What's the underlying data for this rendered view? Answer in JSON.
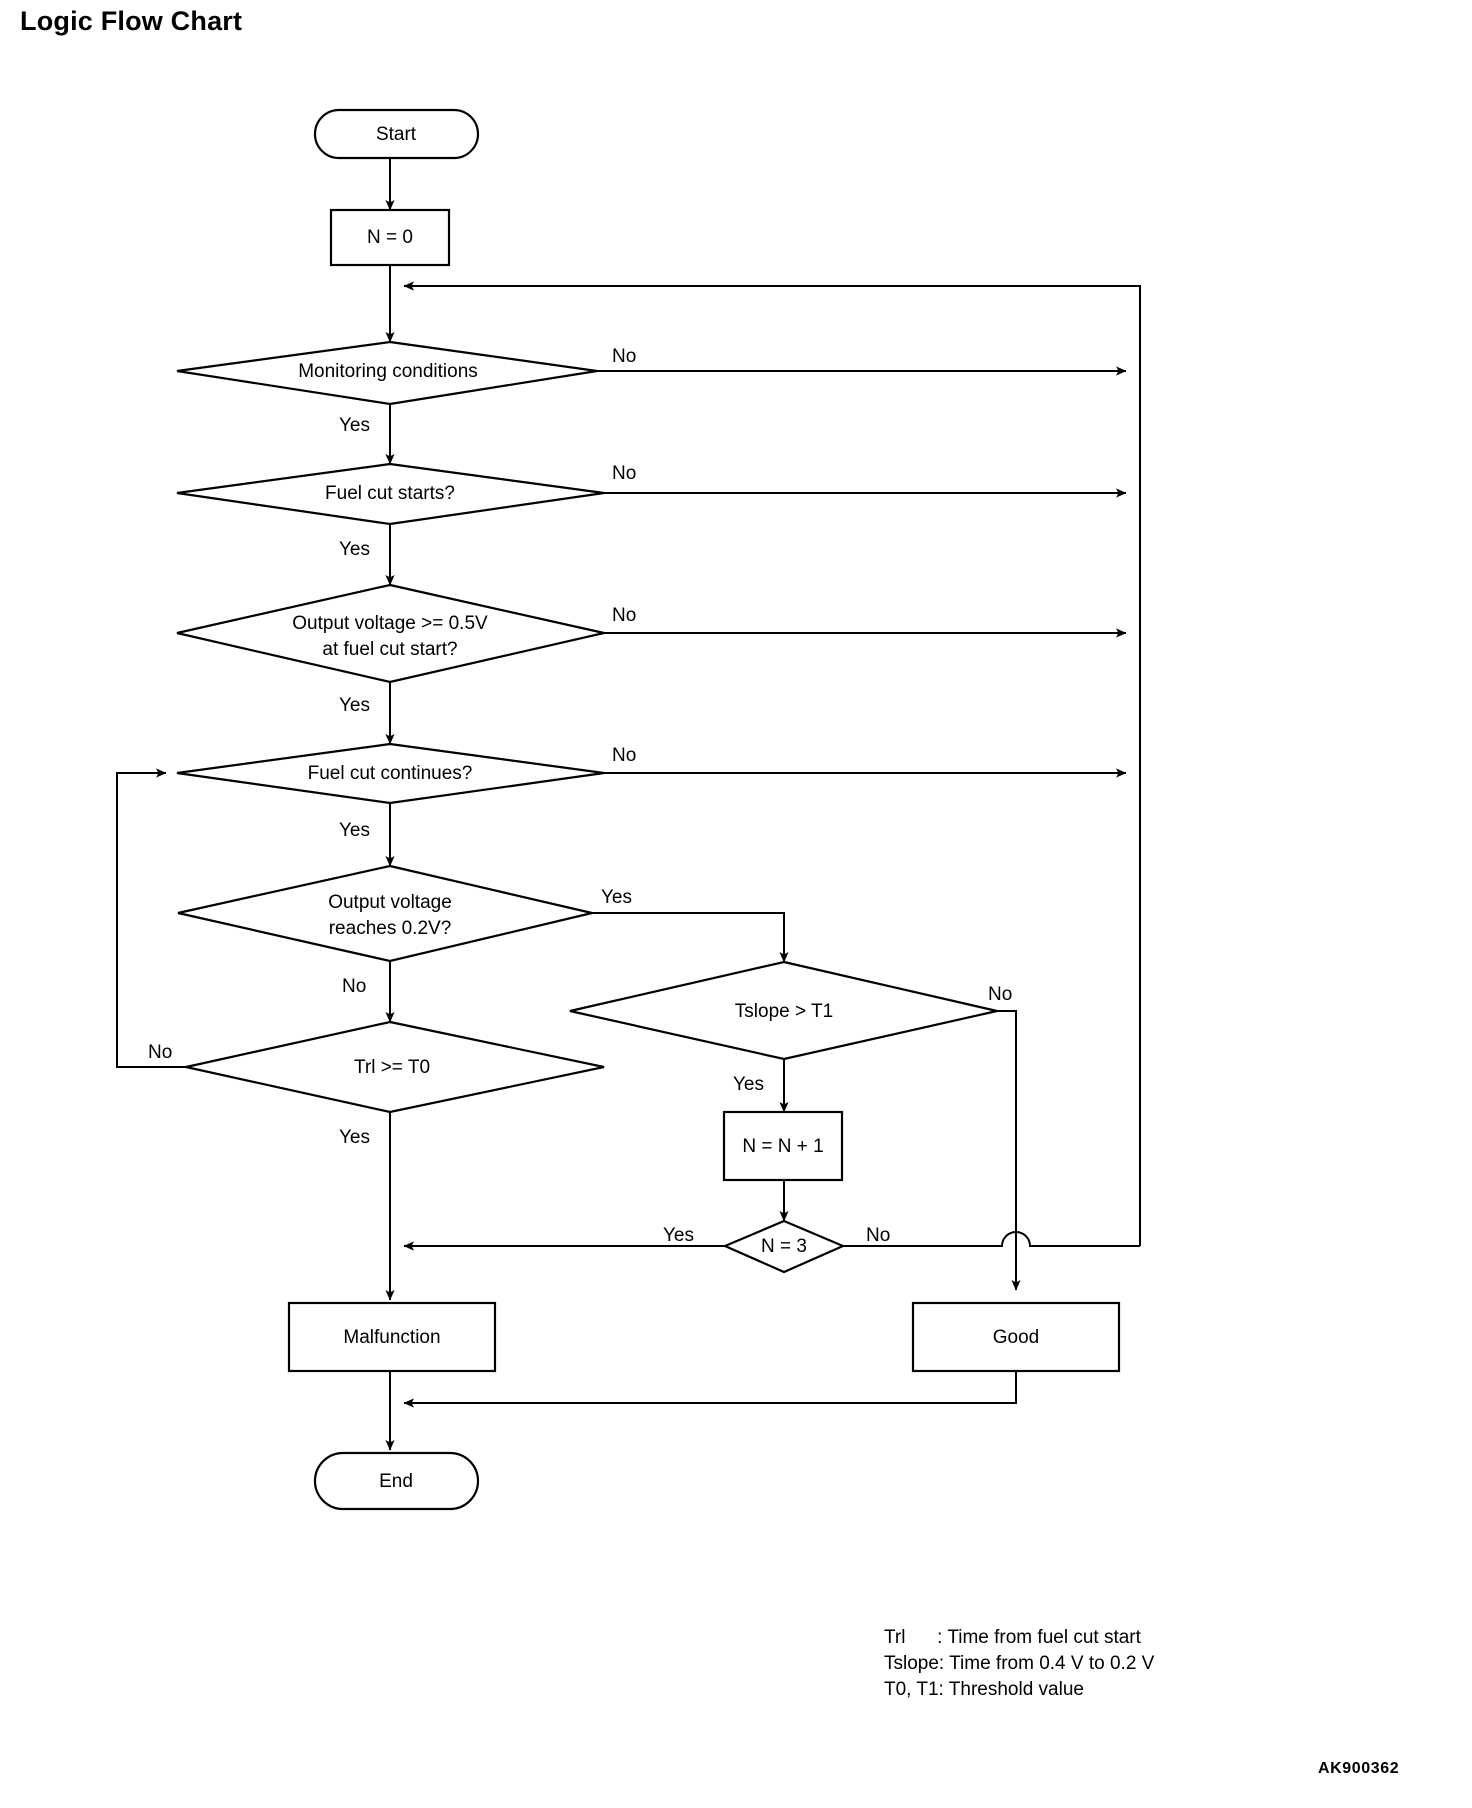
{
  "page": {
    "title": "Logic Flow Chart",
    "figure_code": "AK900362",
    "background_color": "#ffffff",
    "line_color": "#000000"
  },
  "chart_data": {
    "type": "diagram",
    "diagram_kind": "flowchart",
    "title": "Logic Flow Chart",
    "nodes": [
      {
        "id": "start",
        "shape": "terminator",
        "label": "Start"
      },
      {
        "id": "n_zero",
        "shape": "process",
        "label": "N = 0"
      },
      {
        "id": "monitoring",
        "shape": "decision",
        "label": "Monitoring conditions"
      },
      {
        "id": "fuelcut",
        "shape": "decision",
        "label": "Fuel cut starts?"
      },
      {
        "id": "voltage05",
        "shape": "decision",
        "label_line1": "Output voltage >= 0.5V",
        "label_line2": "at fuel cut start?"
      },
      {
        "id": "fuelcont",
        "shape": "decision",
        "label": "Fuel cut continues?"
      },
      {
        "id": "voltage02",
        "shape": "decision",
        "label_line1": "Output voltage",
        "label_line2": "reaches 0.2V?"
      },
      {
        "id": "trl_t0",
        "shape": "decision",
        "label": "Trl >= T0"
      },
      {
        "id": "tslope_t1",
        "shape": "decision",
        "label": "Tslope > T1"
      },
      {
        "id": "n_plus",
        "shape": "process",
        "label": "N = N + 1"
      },
      {
        "id": "n_three",
        "shape": "decision",
        "label": "N = 3"
      },
      {
        "id": "malfunction",
        "shape": "process",
        "label": "Malfunction"
      },
      {
        "id": "good",
        "shape": "process",
        "label": "Good"
      },
      {
        "id": "end",
        "shape": "terminator",
        "label": "End"
      }
    ],
    "edges": [
      {
        "from": "start",
        "to": "n_zero",
        "label": ""
      },
      {
        "from": "n_zero",
        "to": "monitoring",
        "label": ""
      },
      {
        "from": "monitoring",
        "to": "loop_top",
        "label": "No"
      },
      {
        "from": "monitoring",
        "to": "fuelcut",
        "label": "Yes"
      },
      {
        "from": "fuelcut",
        "to": "loop_top",
        "label": "No"
      },
      {
        "from": "fuelcut",
        "to": "voltage05",
        "label": "Yes"
      },
      {
        "from": "voltage05",
        "to": "loop_top",
        "label": "No"
      },
      {
        "from": "voltage05",
        "to": "fuelcont",
        "label": "Yes"
      },
      {
        "from": "fuelcont",
        "to": "loop_top",
        "label": "No"
      },
      {
        "from": "fuelcont",
        "to": "voltage02",
        "label": "Yes"
      },
      {
        "from": "voltage02",
        "to": "tslope_t1",
        "label": "Yes"
      },
      {
        "from": "voltage02",
        "to": "trl_t0",
        "label": "No"
      },
      {
        "from": "trl_t0",
        "to": "fuelcont",
        "label": "No"
      },
      {
        "from": "trl_t0",
        "to": "malfunction",
        "label": "Yes"
      },
      {
        "from": "tslope_t1",
        "to": "good",
        "label": "No"
      },
      {
        "from": "tslope_t1",
        "to": "n_plus",
        "label": "Yes"
      },
      {
        "from": "n_plus",
        "to": "n_three",
        "label": ""
      },
      {
        "from": "n_three",
        "to": "malfunction",
        "label": "Yes"
      },
      {
        "from": "n_three",
        "to": "loop_top",
        "label": "No"
      },
      {
        "from": "malfunction",
        "to": "end",
        "label": ""
      },
      {
        "from": "good",
        "to": "end",
        "label": ""
      }
    ],
    "edge_labels": {
      "monitoring_no": "No",
      "monitoring_yes": "Yes",
      "fuelcut_no": "No",
      "fuelcut_yes": "Yes",
      "voltage05_no": "No",
      "voltage05_yes": "Yes",
      "fuelcont_no": "No",
      "fuelcont_yes": "Yes",
      "voltage02_yes": "Yes",
      "voltage02_no": "No",
      "trl_no": "No",
      "trl_yes": "Yes",
      "tslope_no": "No",
      "tslope_yes": "Yes",
      "nthree_yes": "Yes",
      "nthree_no": "No"
    },
    "legend": [
      "Trl      : Time from fuel cut start",
      "Tslope: Time from 0.4 V to 0.2 V",
      "T0, T1: Threshold value"
    ]
  }
}
